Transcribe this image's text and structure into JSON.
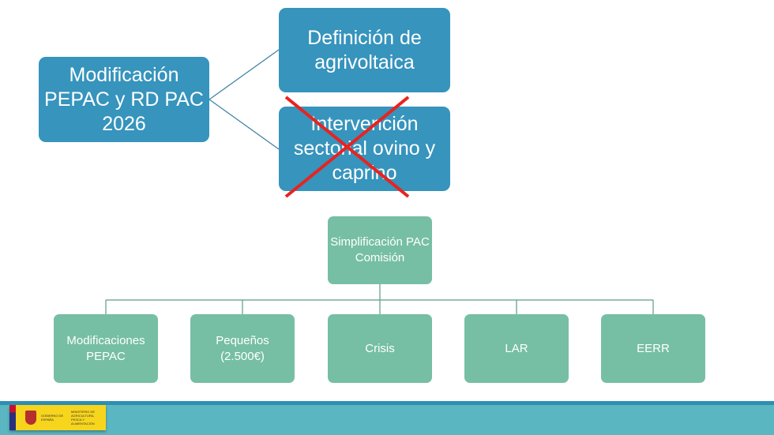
{
  "top_diagram": {
    "root": "Modificación PEPAC y RD PAC 2026",
    "children": [
      {
        "label": "Definición de agrivoltaica",
        "struck": false
      },
      {
        "label": "Intervención sectorial ovino y caprino",
        "struck": true
      }
    ]
  },
  "bottom_diagram": {
    "root": "Simplificación PAC Comisión",
    "children": [
      "Modificaciones PEPAC",
      "Pequeños (2.500€)",
      "Crisis",
      "LAR",
      "EERR"
    ]
  },
  "footer": {
    "logo_text_1": "GOBIERNO DE ESPAÑA",
    "logo_text_2": "MINISTERIO DE AGRICULTURA, PESCA Y ALIMENTACIÓN"
  },
  "colors": {
    "blue": "#3694bd",
    "green": "#76bfa4",
    "cross": "#e8231f"
  }
}
